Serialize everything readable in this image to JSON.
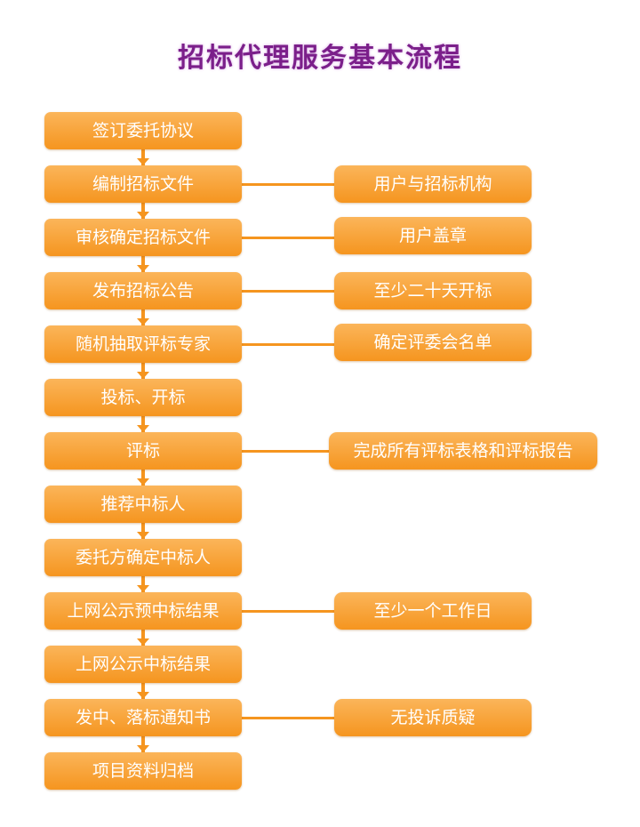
{
  "title": "招标代理服务基本流程",
  "steps": [
    "签订委托协议",
    "编制招标文件",
    "审核确定招标文件",
    "发布招标公告",
    "随机抽取评标专家",
    "投标、开标",
    "评标",
    "推荐中标人",
    "委托方确定中标人",
    "上网公示预中标结果",
    "上网公示中标结果",
    "发中、落标通知书",
    "项目资料归档"
  ],
  "notes": [
    "用户与招标机构",
    "用户盖章",
    "至少二十天开标",
    "确定评委会名单",
    "完成所有评标表格和评标报告",
    "至少一个工作日",
    "无投诉质疑"
  ],
  "colors": {
    "box": "#f5951f",
    "box_top": "#fbb55a",
    "title": "#7b1f8a"
  }
}
